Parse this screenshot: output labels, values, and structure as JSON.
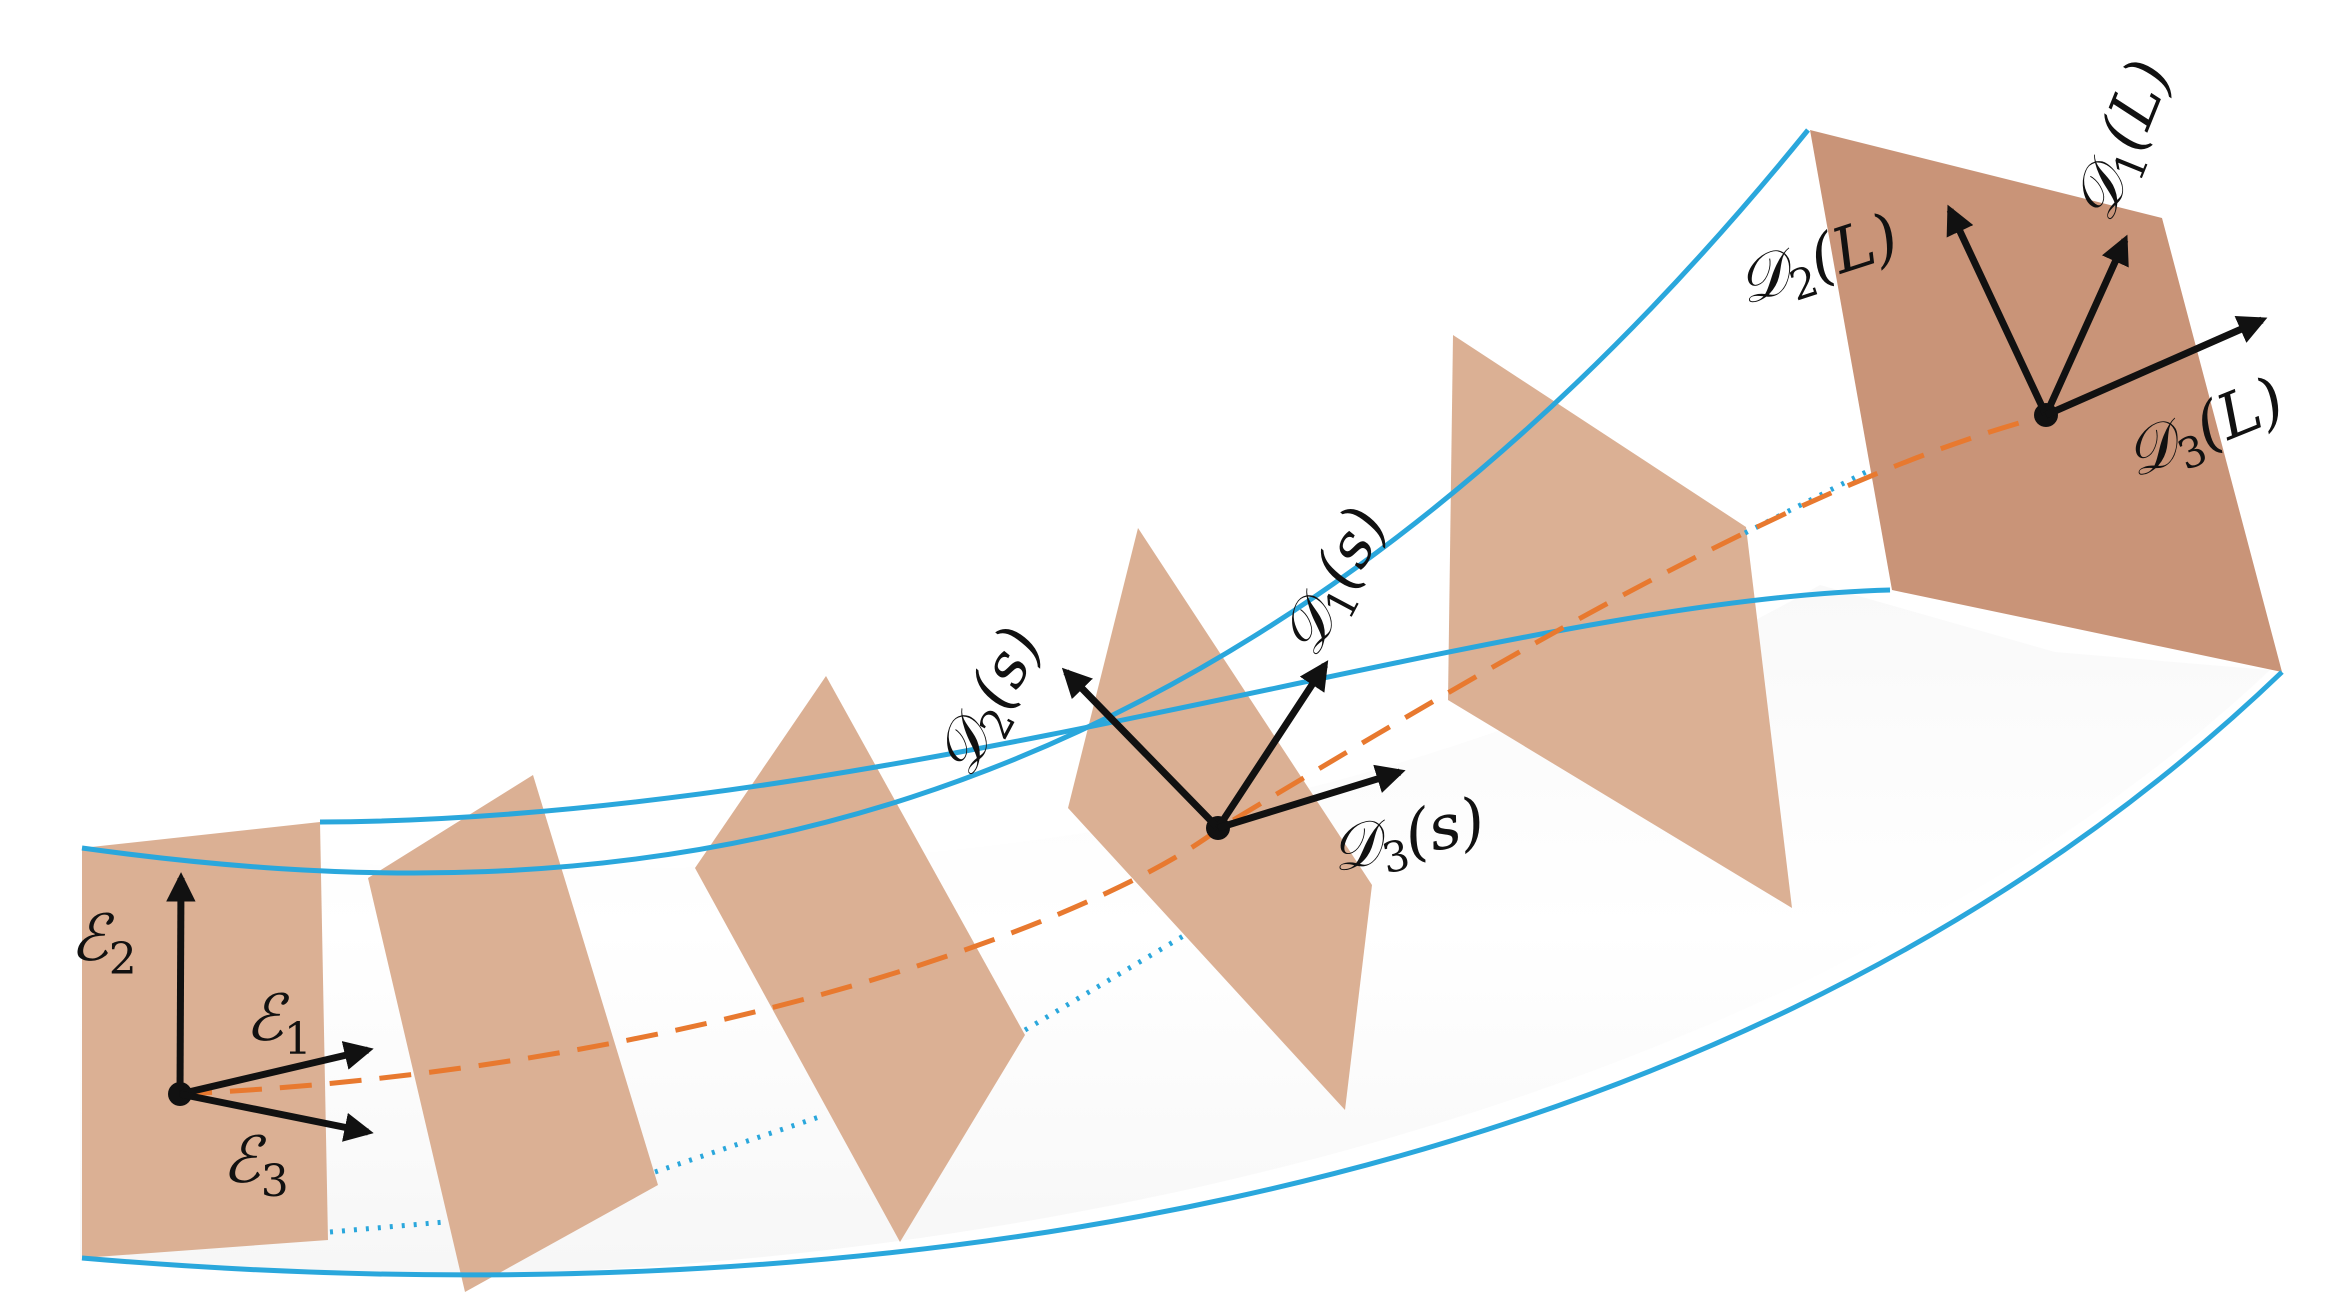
{
  "colors": {
    "boundary": "#2aa7dc",
    "centerline": "#e8792f",
    "cross_section": "#d8a98b",
    "cross_section_dark": "#c99478",
    "tube_shade": "#eeeeee",
    "vectors": "#111111"
  },
  "frames": {
    "fixed": {
      "e1": {
        "sym": "ℰ",
        "sub": "1",
        "arg": ""
      },
      "e2": {
        "sym": "ℰ",
        "sub": "2",
        "arg": ""
      },
      "e3": {
        "sym": "ℰ",
        "sub": "3",
        "arg": ""
      }
    },
    "director_s": {
      "d1": {
        "sym": "𝒟",
        "sub": "1",
        "arg": "(s)"
      },
      "d2": {
        "sym": "𝒟",
        "sub": "2",
        "arg": "(s)"
      },
      "d3": {
        "sym": "𝒟",
        "sub": "3",
        "arg": "(s)"
      }
    },
    "director_L": {
      "d1": {
        "sym": "𝒟",
        "sub": "1",
        "arg": "(L)"
      },
      "d2": {
        "sym": "𝒟",
        "sub": "2",
        "arg": "(L)"
      },
      "d3": {
        "sym": "𝒟",
        "sub": "3",
        "arg": "(L)"
      }
    }
  },
  "icons": [
    "arrowhead-icon",
    "origin-dot-icon"
  ]
}
